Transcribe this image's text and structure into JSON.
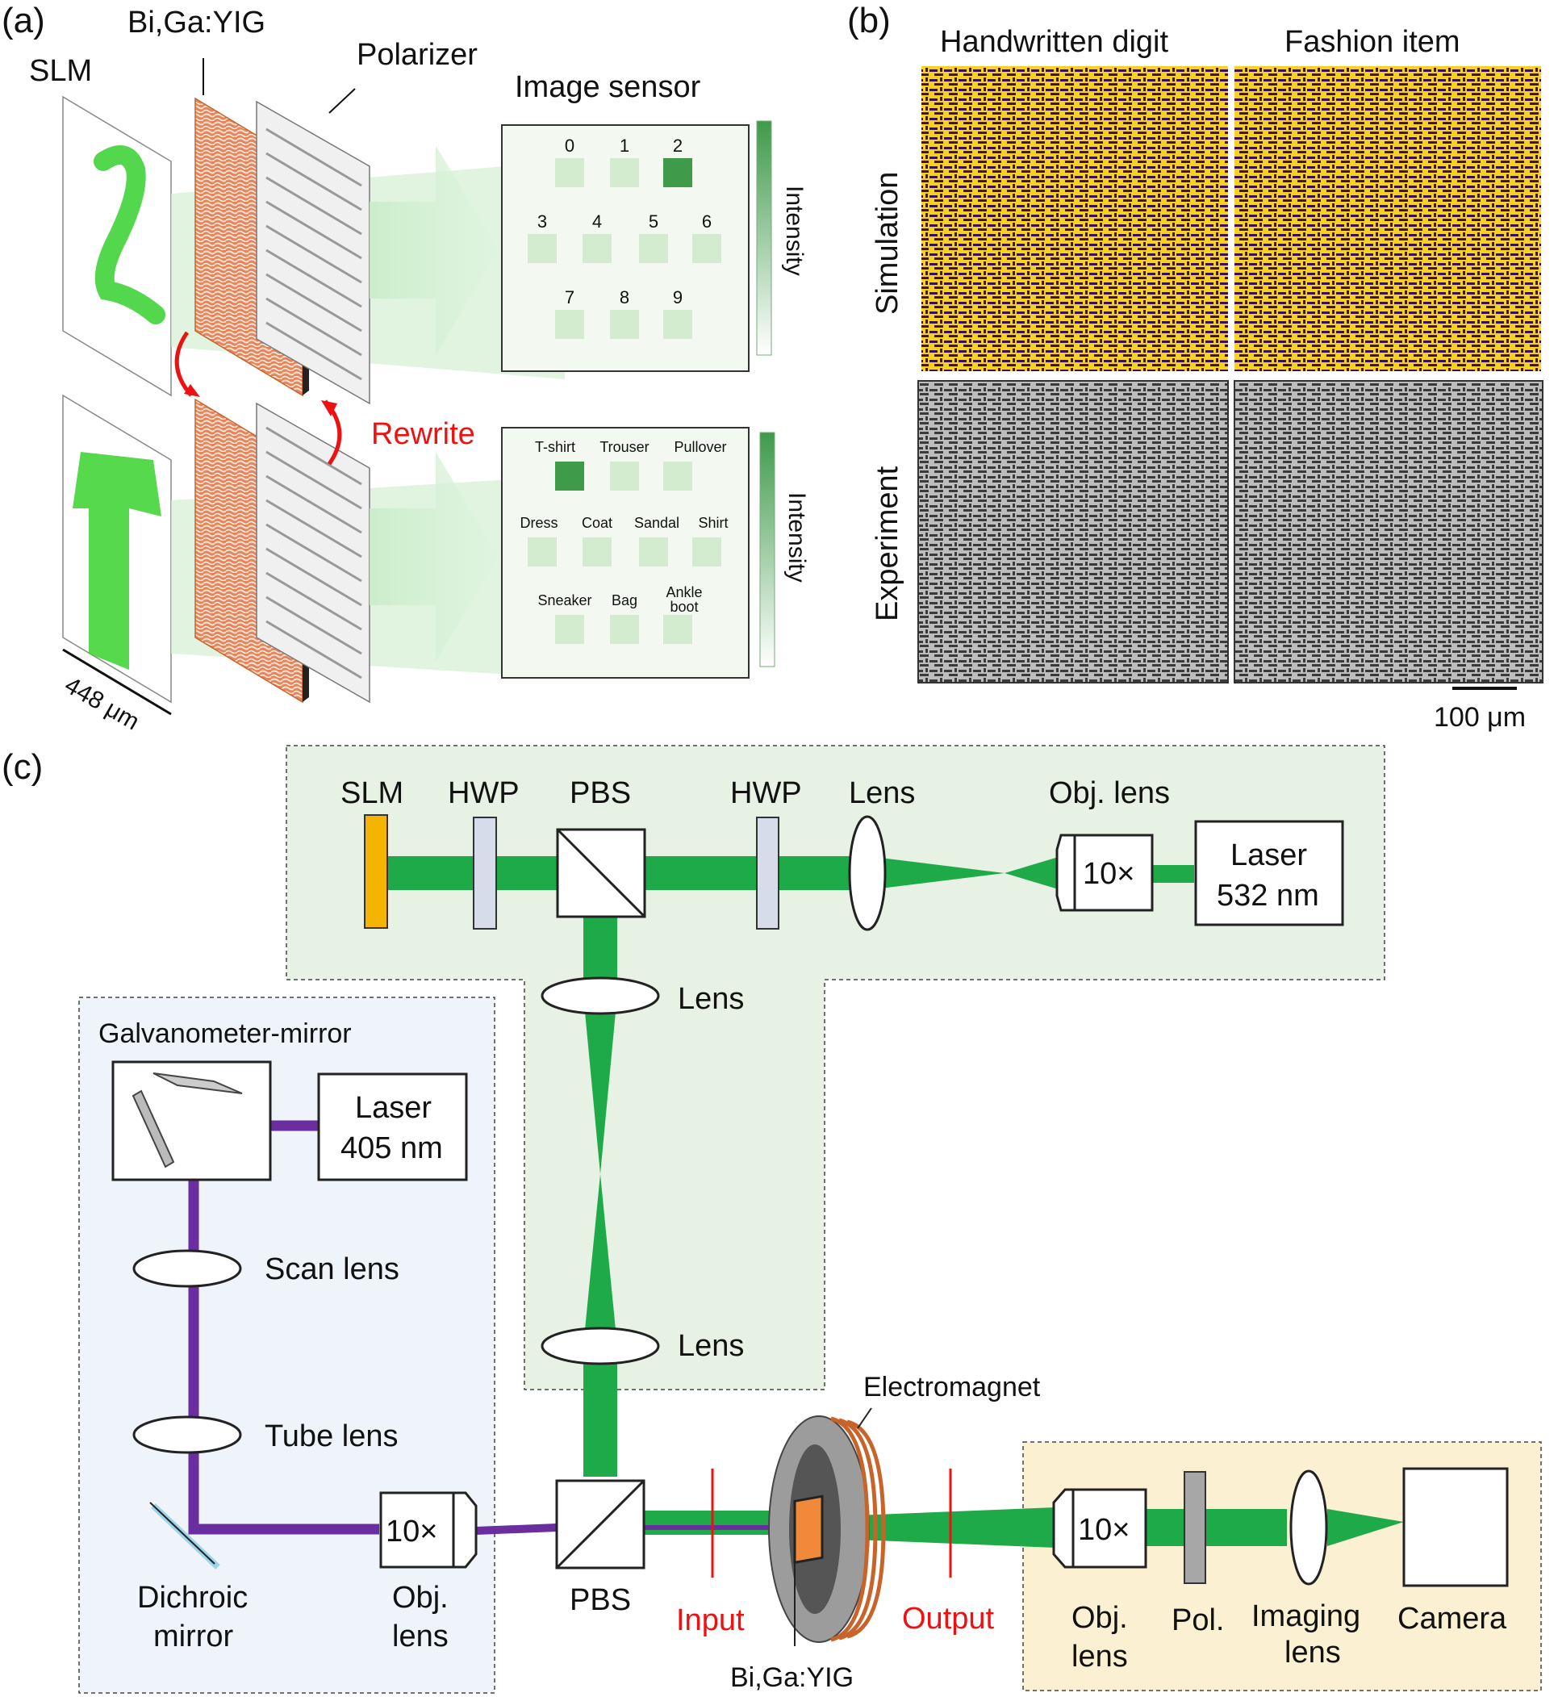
{
  "panel_a": {
    "panel_label": "(a)",
    "slm_label": "SLM",
    "yig_label": "Bi,Ga:YIG",
    "polarizer_label": "Polarizer",
    "sensor_label": "Image sensor",
    "rewrite_label": "Rewrite",
    "scale_label": "448 μm",
    "intensity_label": "Intensity",
    "digit_classes": [
      "0",
      "1",
      "2",
      "3",
      "4",
      "5",
      "6",
      "7",
      "8",
      "9"
    ],
    "fashion_classes": [
      "T-shirt",
      "Trouser",
      "Pullover",
      "Dress",
      "Coat",
      "Sandal",
      "Shirt",
      "Sneaker",
      "Bag",
      "Ankle boot"
    ],
    "digit_highlight_index": 2,
    "fashion_highlight_index": 0
  },
  "panel_b": {
    "panel_label": "(b)",
    "col1_label": "Handwritten digit",
    "col2_label": "Fashion item",
    "row1_label": "Simulation",
    "row2_label": "Experiment",
    "scale_label": "100 μm"
  },
  "panel_c": {
    "panel_label": "(c)",
    "top": {
      "slm": "SLM",
      "hwp1": "HWP",
      "pbs": "PBS",
      "hwp2": "HWP",
      "lens": "Lens",
      "obj_lens": "Obj. lens",
      "obj_mag": "10×",
      "laser_line1": "Laser",
      "laser_line2": "532 nm"
    },
    "vertical": {
      "lens1": "Lens",
      "lens2": "Lens"
    },
    "left": {
      "galvo": "Galvanometer-mirror",
      "laser_line1": "Laser",
      "laser_line2": "405 nm",
      "scan_lens": "Scan lens",
      "tube_lens": "Tube lens",
      "dichroic_line1": "Dichroic",
      "dichroic_line2": "mirror",
      "obj_mag": "10×",
      "obj_line1": "Obj.",
      "obj_line2": "lens"
    },
    "bottom": {
      "pbs": "PBS",
      "input": "Input",
      "output": "Output",
      "electromagnet": "Electromagnet",
      "sample": "Bi,Ga:YIG"
    },
    "right": {
      "obj_mag": "10×",
      "obj_line1": "Obj.",
      "obj_line2": "lens",
      "pol": "Pol.",
      "imaging_line1": "Imaging",
      "imaging_line2": "lens",
      "camera": "Camera"
    },
    "colors": {
      "green_beam": "#1faa4a",
      "violet_beam": "#6a2ea0",
      "green_panel": "#e8f2e4",
      "blue_panel": "#eef4f9",
      "yellow_panel": "#fbf0d2",
      "slm_color": "#f5b400",
      "hwp_color": "#d6dcea",
      "coil_color": "#c8632a"
    }
  }
}
